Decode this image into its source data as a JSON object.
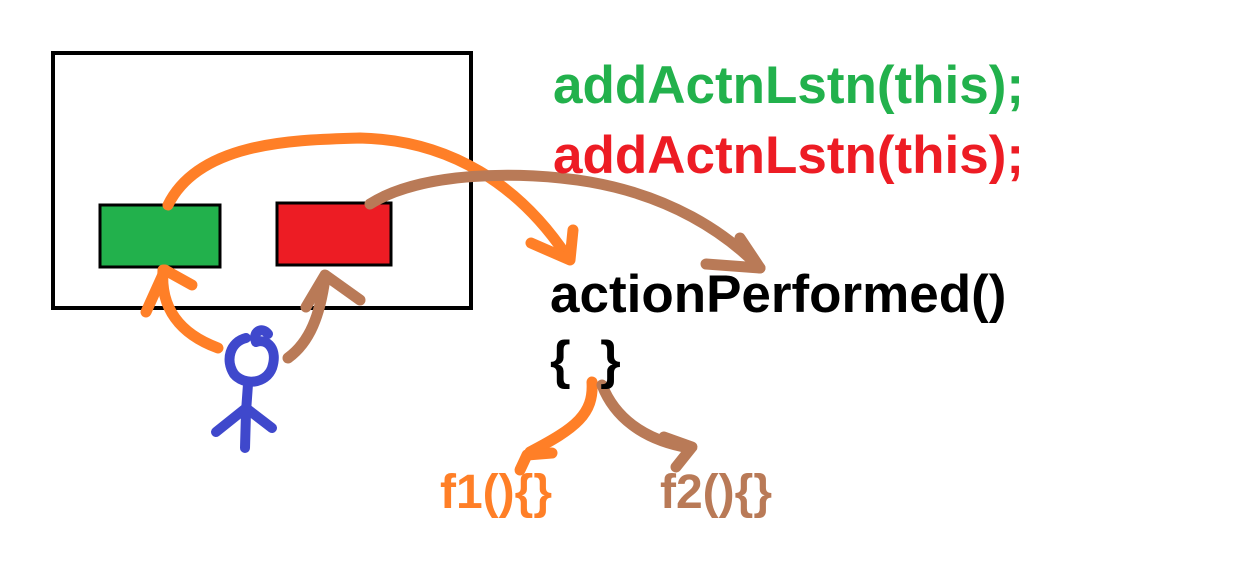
{
  "code": {
    "line_green": "addActnLstn(this);",
    "line_red": "addActnLstn(this);",
    "handler_signature": "actionPerformed()",
    "handler_body": "{  }",
    "function_one": "f1(){}",
    "function_two": "f2(){}"
  },
  "colors": {
    "green_button": "#22b14c",
    "red_button": "#ed1c24",
    "orange_arrow": "#ff7f27",
    "brown_arrow": "#b97a57",
    "stick_figure": "#3f48cc",
    "window_border": "#000000",
    "code_green": "#22b14c",
    "code_red": "#ed1c24",
    "code_black": "#000000"
  },
  "icons": {
    "user": "stick-figure-icon"
  }
}
